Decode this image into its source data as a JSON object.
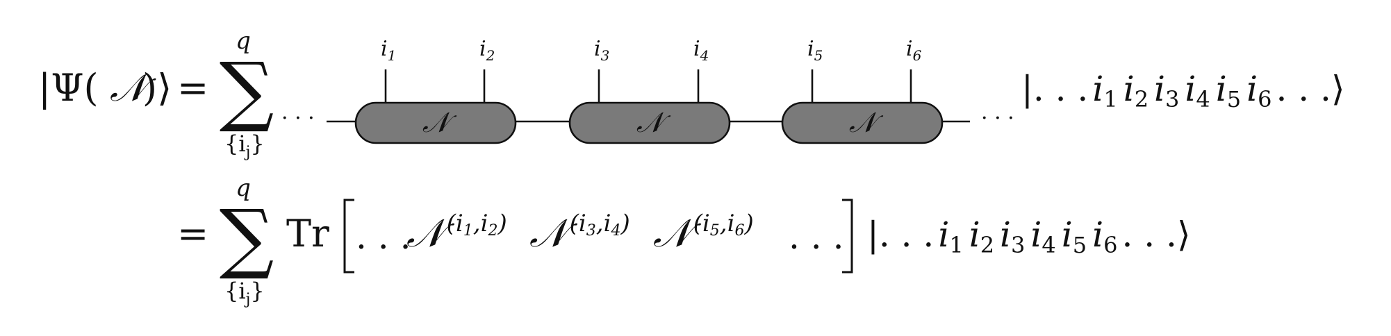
{
  "line1": {
    "lhs_open": "|Ψ(",
    "lhs_N": "𝒩",
    "lhs_close": ")⟩",
    "equals": "=",
    "sum_symbol": "∑",
    "sum_upper": "q",
    "sum_lower": "{i",
    "sum_lower_sub": "j",
    "sum_lower_close": "}",
    "dots_left": "· · ·",
    "dots_right": "· · ·",
    "tensors": [
      {
        "label": "𝒩",
        "legs": [
          {
            "base": "i",
            "sub": "1"
          },
          {
            "base": "i",
            "sub": "2"
          }
        ]
      },
      {
        "label": "𝒩",
        "legs": [
          {
            "base": "i",
            "sub": "3"
          },
          {
            "base": "i",
            "sub": "4"
          }
        ]
      },
      {
        "label": "𝒩",
        "legs": [
          {
            "base": "i",
            "sub": "5"
          },
          {
            "base": "i",
            "sub": "6"
          }
        ]
      }
    ],
    "ket": {
      "open": "|. . .",
      "terms": [
        {
          "base": "i",
          "sub": "1"
        },
        {
          "base": "i",
          "sub": "2"
        },
        {
          "base": "i",
          "sub": "3"
        },
        {
          "base": "i",
          "sub": "4"
        },
        {
          "base": "i",
          "sub": "5"
        },
        {
          "base": "i",
          "sub": "6"
        }
      ],
      "close": ". . .⟩"
    }
  },
  "line2": {
    "equals": "=",
    "sum_symbol": "∑",
    "sum_upper": "q",
    "sum_lower": "{i",
    "sum_lower_sub": "j",
    "sum_lower_close": "}",
    "trace": "Tr",
    "dots_inner_left": ". . .",
    "dots_inner_right": ". . .",
    "matrices": [
      {
        "label": "𝒩",
        "sup": [
          {
            "base": "i",
            "sub": "1"
          },
          {
            "base": "i",
            "sub": "2"
          }
        ]
      },
      {
        "label": "𝒩",
        "sup": [
          {
            "base": "i",
            "sub": "3"
          },
          {
            "base": "i",
            "sub": "4"
          }
        ]
      },
      {
        "label": "𝒩",
        "sup": [
          {
            "base": "i",
            "sub": "5"
          },
          {
            "base": "i",
            "sub": "6"
          }
        ]
      }
    ],
    "ket": {
      "open": "|. . .",
      "terms": [
        {
          "base": "i",
          "sub": "1"
        },
        {
          "base": "i",
          "sub": "2"
        },
        {
          "base": "i",
          "sub": "3"
        },
        {
          "base": "i",
          "sub": "4"
        },
        {
          "base": "i",
          "sub": "5"
        },
        {
          "base": "i",
          "sub": "6"
        }
      ],
      "close": ". . .⟩"
    }
  },
  "colors": {
    "tensor_fill": "#7a7a7a",
    "ink": "#111111"
  }
}
